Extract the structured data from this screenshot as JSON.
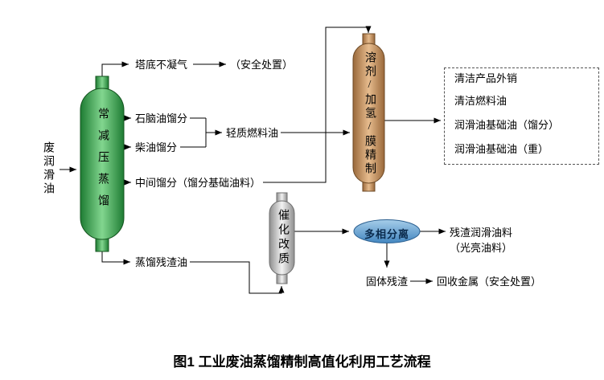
{
  "figure": {
    "caption": "图1 工业废油蒸馏精制高值化利用工艺流程"
  },
  "input": {
    "label": "废润滑油"
  },
  "units": {
    "distillation": {
      "label": "常减压蒸馏",
      "color": "#2e9e4a"
    },
    "refining": {
      "label": "溶剂/加氢/膜精制",
      "color": "#c08952"
    },
    "catalytic": {
      "label": "催化改质",
      "color": "#d9d9d9"
    },
    "separator": {
      "label": "多相分离",
      "color": "#5b9bd5"
    }
  },
  "streams": {
    "overhead_gas": "塔底不凝气",
    "overhead_disposal": "（安全处置）",
    "naphtha": "石脑油馏分",
    "diesel": "柴油馏分",
    "light_fuel_oil": "轻质燃料油",
    "middle_fraction": "中间馏分（馏分基础油料）",
    "distillation_residue": "蒸馏残渣油",
    "residue_lube_oil": "残渣润滑油料",
    "residue_lube_oil_note": "（光亮油料）",
    "solid_residue": "固体残渣",
    "metal_recovery": "回收金属（安全处置）"
  },
  "products_box": {
    "title": "清洁产品外销",
    "items": [
      "清洁燃料油",
      "润滑油基础油（馏分）",
      "润滑油基础油（重）"
    ]
  }
}
